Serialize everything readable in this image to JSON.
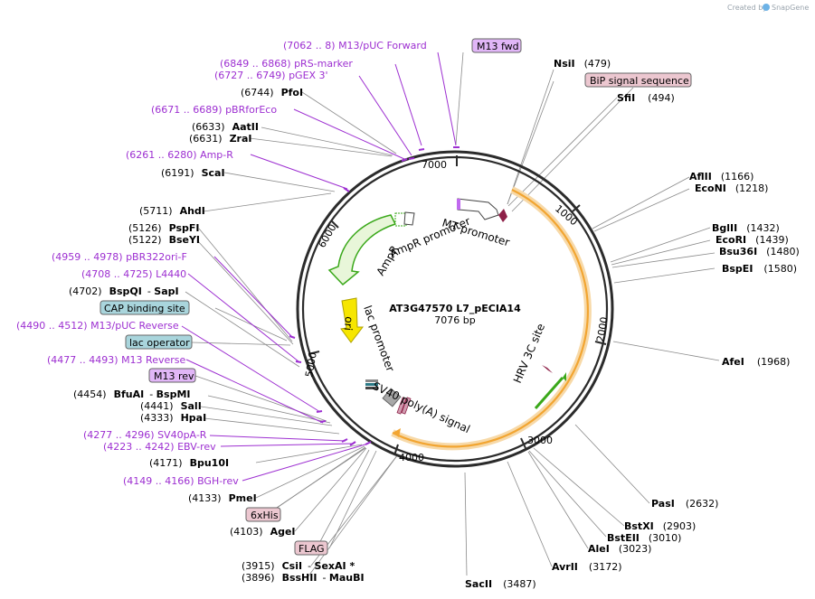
{
  "credit": {
    "prefix": "Created by",
    "brand": "SnapGene"
  },
  "plasmid": {
    "name": "AT3G47570 L7_pECIA14",
    "length": "7076 bp"
  },
  "ticks": [
    "7000",
    "1000",
    "2000",
    "3000",
    "4000",
    "5000",
    "6000"
  ],
  "features": {
    "mt_promoter": "MT promoter",
    "ampr": "AmpR",
    "ampr_promoter": "AmpR promoter",
    "ori": "ori",
    "lac_promoter": "lac promoter",
    "sv40": "SV40 poly(A) signal",
    "hrv": "HRV 3C site"
  },
  "badges": {
    "m13fwd": "M13 fwd",
    "bip": "BiP signal sequence",
    "cap": "CAP binding site",
    "lacop": "lac operator",
    "m13rev": "M13 rev",
    "his": "6xHis",
    "flag": "FLAG"
  },
  "primers": {
    "p1": {
      "pos": "(7062 .. 8)",
      "name": "M13/pUC Forward"
    },
    "p2": {
      "pos": "(6849 .. 6868)",
      "name": "pRS-marker"
    },
    "p3": {
      "pos": "(6727 .. 6749)",
      "name": "pGEX 3'"
    },
    "p4": {
      "pos": "(6671 .. 6689)",
      "name": "pBRforEco"
    },
    "p5": {
      "pos": "(6261 .. 6280)",
      "name": "Amp-R"
    },
    "p6": {
      "pos": "(4959 .. 4978)",
      "name": "pBR322ori-F"
    },
    "p7": {
      "pos": "(4708 .. 4725)",
      "name": "L4440"
    },
    "p8": {
      "pos": "(4490 .. 4512)",
      "name": "M13/pUC Reverse"
    },
    "p9": {
      "pos": "(4477 .. 4493)",
      "name": "M13 Reverse"
    },
    "p10": {
      "pos": "(4277 .. 4296)",
      "name": "SV40pA-R"
    },
    "p11": {
      "pos": "(4223 .. 4242)",
      "name": "EBV-rev"
    },
    "p12": {
      "pos": "(4149 .. 4166)",
      "name": "BGH-rev"
    }
  },
  "enzymes": {
    "nsi": {
      "name": "NsiI",
      "pos": "(479)"
    },
    "sfi": {
      "name": "SfiI",
      "pos": "(494)"
    },
    "afl": {
      "name": "AflII",
      "pos": "(1166)"
    },
    "eco": {
      "name": "EcoNI",
      "pos": "(1218)"
    },
    "bgl": {
      "name": "BglII",
      "pos": "(1432)"
    },
    "ecori": {
      "name": "EcoRI",
      "pos": "(1439)"
    },
    "bsu": {
      "name": "Bsu36I",
      "pos": "(1480)"
    },
    "bspei": {
      "name": "BspEI",
      "pos": "(1580)"
    },
    "afe": {
      "name": "AfeI",
      "pos": "(1968)"
    },
    "pas": {
      "name": "PasI",
      "pos": "(2632)"
    },
    "bstxi": {
      "name": "BstXI",
      "pos": "(2903)"
    },
    "bsteii": {
      "name": "BstEII",
      "pos": "(3010)"
    },
    "ale": {
      "name": "AleI",
      "pos": "(3023)"
    },
    "avr": {
      "name": "AvrII",
      "pos": "(3172)"
    },
    "sac": {
      "name": "SacII",
      "pos": "(3487)"
    },
    "pfo": {
      "name": "PfoI",
      "pos": "(6744)"
    },
    "aat": {
      "name": "AatII",
      "pos": "(6633)"
    },
    "zra": {
      "name": "ZraI",
      "pos": "(6631)"
    },
    "sca": {
      "name": "ScaI",
      "pos": "(6191)"
    },
    "ahd": {
      "name": "AhdI",
      "pos": "(5711)"
    },
    "psp": {
      "name": "PspFI",
      "pos": "(5126)"
    },
    "bse": {
      "name": "BseYI",
      "pos": "(5122)"
    },
    "bspqi": {
      "name": "BspQI",
      "sep": "- ",
      "name2": "SapI",
      "pos": "(4702)"
    },
    "bfuai": {
      "name": "BfuAI",
      "sep": "- ",
      "name2": "BspMI",
      "pos": "(4454)"
    },
    "sal": {
      "name": "SalI",
      "pos": "(4441)"
    },
    "hpa": {
      "name": "HpaI",
      "pos": "(4333)"
    },
    "bpu": {
      "name": "Bpu10I",
      "pos": "(4171)"
    },
    "pme": {
      "name": "PmeI",
      "pos": "(4133)"
    },
    "age": {
      "name": "AgeI",
      "pos": "(4103)"
    },
    "csi": {
      "name": "CsiI",
      "sep": "- ",
      "name2": "SexAI *",
      "pos": "(3915)"
    },
    "bss": {
      "name": "BssHII",
      "sep": "- ",
      "name2": "MauBI",
      "pos": "(3896)"
    }
  },
  "colors": {
    "backbone": "#2b2b2b",
    "primer": "#9d2fd1",
    "orf": "#f2a531",
    "feature_green": "#3aa81a",
    "ori_yellow": "#f6e600",
    "badge_purple": "#e1b6f7",
    "badge_pink": "#ecc7d0",
    "badge_blue": "#a9d5dc"
  }
}
